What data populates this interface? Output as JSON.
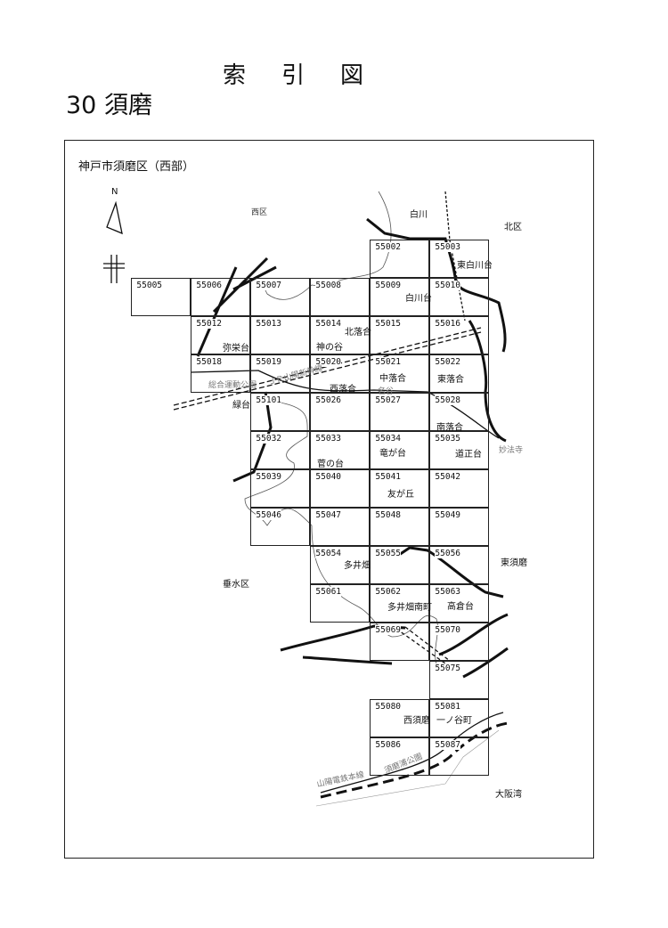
{
  "header": {
    "title": "索引図",
    "subtitle": "30 須磨"
  },
  "map": {
    "area_title": "神戸市須磨区（西部）",
    "north_label": "N",
    "grid": [
      [
        null,
        null,
        null,
        null,
        "55002",
        "55003"
      ],
      [
        "55005",
        "55006",
        "55007",
        "55008",
        "55009",
        "55010"
      ],
      [
        null,
        "55012",
        "55013",
        "55014",
        "55015",
        "55016"
      ],
      [
        null,
        "55018",
        "55019",
        "55020",
        "55021",
        "55022"
      ],
      [
        null,
        null,
        "55101",
        "55026",
        "55027",
        "55028"
      ],
      [
        null,
        null,
        "55032",
        "55033",
        "55034",
        "55035"
      ],
      [
        null,
        null,
        "55039",
        "55040",
        "55041",
        "55042"
      ],
      [
        null,
        null,
        "55046",
        "55047",
        "55048",
        "55049"
      ],
      [
        null,
        null,
        null,
        "55054",
        "55055",
        "55056"
      ],
      [
        null,
        null,
        null,
        "55061",
        "55062",
        "55063"
      ],
      [
        null,
        null,
        null,
        null,
        "55069",
        "55070"
      ],
      [
        null,
        null,
        null,
        null,
        null,
        "55075"
      ],
      [
        null,
        null,
        null,
        null,
        "55080",
        "55081"
      ],
      [
        null,
        null,
        null,
        null,
        "55086",
        "55087"
      ]
    ],
    "districts": {
      "nishi": "西区",
      "kita": "北区",
      "tarumi": "垂水区",
      "shirakawa": "白川",
      "higashisuma": "東須磨",
      "osaka_bay": "大阪湾"
    },
    "places": {
      "higashi_shirakawadai": "東白川台",
      "shirakawadai": "白川台",
      "kitaochiai": "北落合",
      "kaminotani": "神の谷",
      "iyasakadai": "弥栄台",
      "nakaochiai": "中落合",
      "higashiochiai": "東落合",
      "nishiochiai": "西落合",
      "midoridai": "緑台",
      "minamiochiai": "南落合",
      "ryugadai": "竜が台",
      "dojodai": "道正台",
      "suganodai": "菅の台",
      "tomogaoka": "友が丘",
      "taibata": "多井畑",
      "taibata_minamimachi": "多井畑南町",
      "takakuradai": "高倉台",
      "nishisuma": "西須磨",
      "ichinotanicho": "一ノ谷町"
    },
    "landmarks": {
      "myohoji": "妙法寺",
      "myodani": "名谷",
      "sogo_park": "総合運動公園",
      "shinkansen": "ＪＲ山陽新幹線",
      "sanyo_line": "山陽電鉄本線",
      "sumaura_park": "須磨浦公園"
    }
  }
}
